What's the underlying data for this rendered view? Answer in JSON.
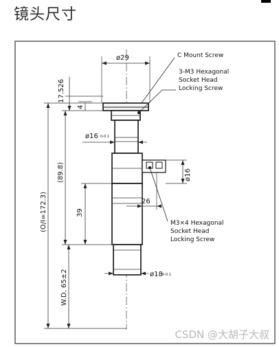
{
  "header": {
    "title": "镜头尺寸"
  },
  "drawing": {
    "dims": {
      "d29": "ø29",
      "d16_top": "ø16",
      "d16_top_tol": "0-0.1",
      "d16_right": "ø16",
      "d18": "ø18",
      "d18_tol": "0-0.1",
      "v17": "17.526",
      "v4": "4",
      "v89": "(89.8)",
      "v39": "39",
      "v26": "26",
      "vOI": "(O/I=172.3)",
      "vWD": "W.D. 65±2"
    },
    "callouts": {
      "c_mount": "C Mount Screw",
      "hex1_line1": "3-M3 Hexagonal",
      "hex1_line2": "Socket Head",
      "hex1_line3": "Locking Screw",
      "hex2_line1": "M3×4 Hexagonal",
      "hex2_line2": "Socket Head",
      "hex2_line3": "Locking Screw"
    }
  },
  "footer": {
    "watermark": "CSDN @大胡子大叔"
  }
}
